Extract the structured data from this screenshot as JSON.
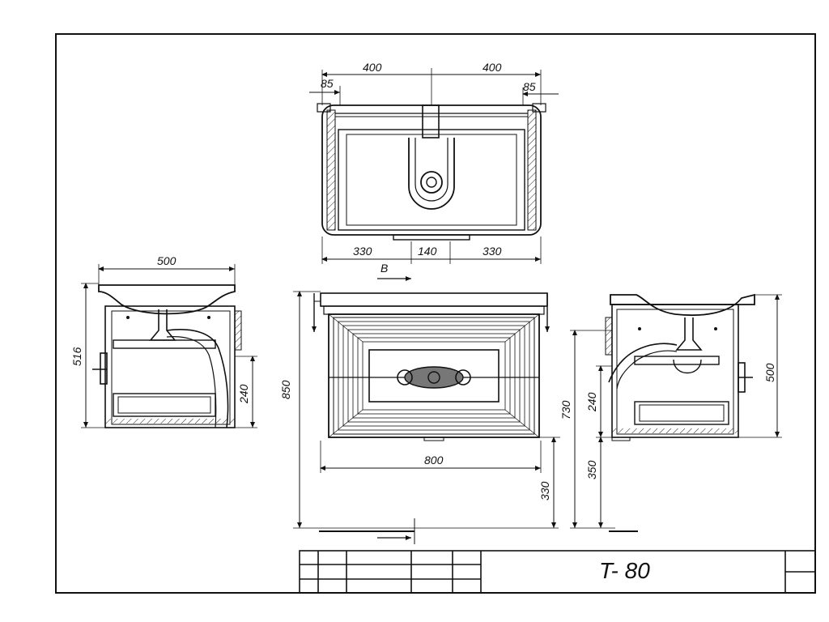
{
  "drawing": {
    "title": "T- 80",
    "view_label": "B",
    "top_view": {
      "half_left": "400",
      "half_right": "400",
      "inset_left": "85",
      "inset_right": "85",
      "bottom_left": "330",
      "bottom_mid": "140",
      "bottom_right": "330"
    },
    "side_left": {
      "width": "500",
      "height": "516",
      "siphon": "240"
    },
    "front": {
      "height": "850",
      "width": "800",
      "floor": "330"
    },
    "side_right": {
      "total": "730",
      "siphon": "240",
      "floor": "350",
      "height": "500"
    }
  }
}
